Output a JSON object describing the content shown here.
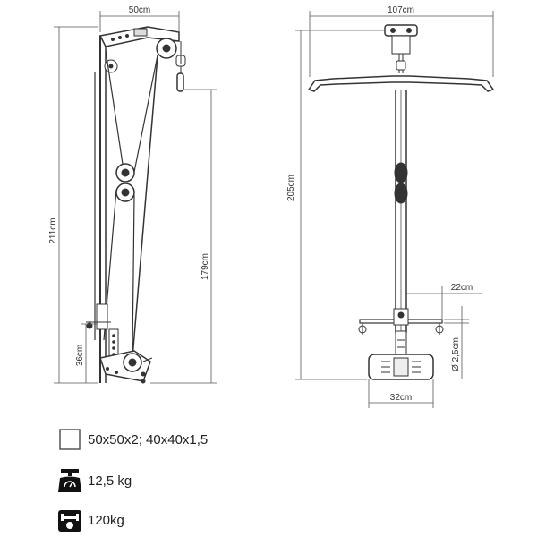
{
  "dimensions": {
    "side_width": "50cm",
    "side_total_height": "211cm",
    "side_pulley_height": "179cm",
    "side_base_height": "36cm",
    "front_bar_width": "107cm",
    "front_height": "205cm",
    "front_foot_offset": "22cm",
    "front_base_width": "32cm",
    "front_pin_diameter": "Ø 2,5cm"
  },
  "specs": [
    {
      "icon": "square-tube-icon",
      "label": "50x50x2; 40x40x1,5"
    },
    {
      "icon": "weight-scale-icon",
      "label": "12,5 kg"
    },
    {
      "icon": "load-capacity-icon",
      "label": "120kg"
    }
  ]
}
